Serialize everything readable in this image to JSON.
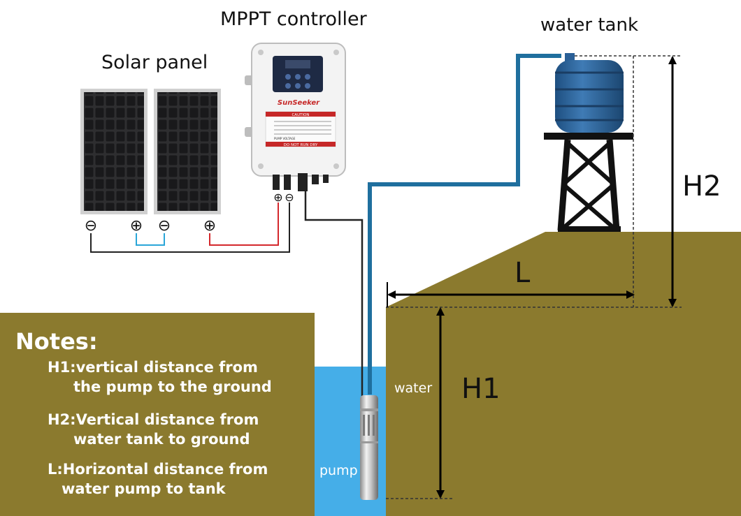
{
  "labels": {
    "mppt_controller": "MPPT controller",
    "solar_panel": "Solar panel",
    "water_tank": "water tank",
    "h2": "H2",
    "h1": "H1",
    "l": "L",
    "water": "water",
    "pump": "pump"
  },
  "controller": {
    "brand": "SunSeeker",
    "caution": "CAUTION",
    "pump_voltage": "PUMP VOLTAGE",
    "warning": "DO NOT RUN DRY"
  },
  "terminals": {
    "controller_pos": "⊕",
    "controller_neg": "⊖",
    "panel1_neg": "⊖",
    "panel1_pos": "⊕",
    "panel2_neg": "⊖",
    "panel2_pos": "⊕"
  },
  "notes": {
    "heading": "Notes:",
    "h1_line1": "H1:vertical distance from",
    "h1_line2": "the pump to the ground",
    "h2_line1": "H2:Vertical distance from",
    "h2_line2": "water tank to ground",
    "l_line1": "L:Horizontal distance from",
    "l_line2": "water pump to tank"
  },
  "colors": {
    "ground": "#8b7a2e",
    "water": "#45aee8",
    "pipe": "#1f6f9e",
    "tank": "#2a5f96",
    "wire_red": "#d4282c",
    "wire_blue": "#2aa6d8",
    "wire_black": "#222222"
  }
}
